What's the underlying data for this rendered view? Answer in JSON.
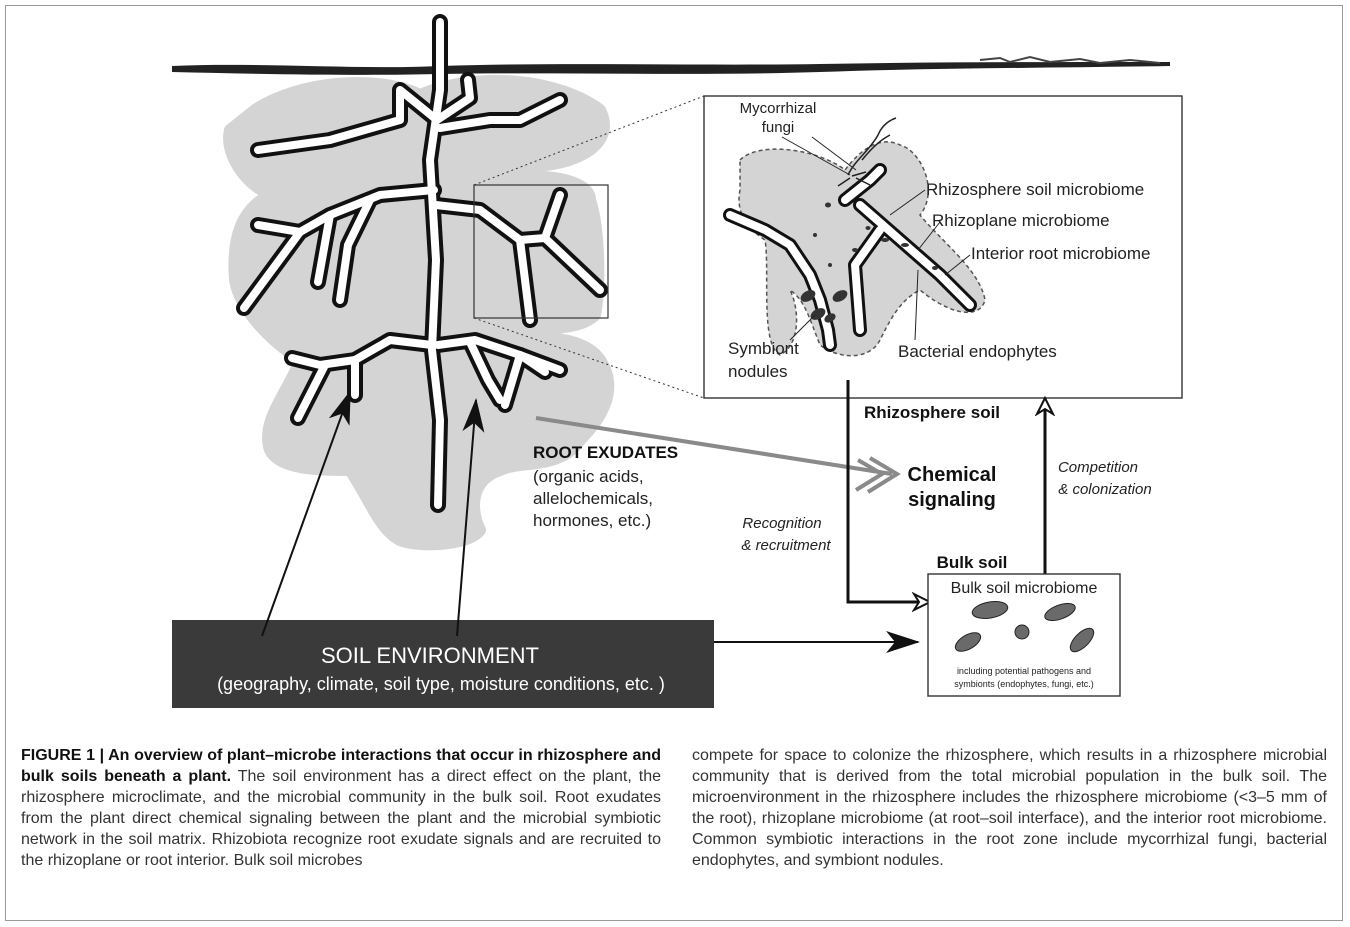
{
  "figure": {
    "labels": {
      "mycorrhizal_1": "Mycorrhizal",
      "mycorrhizal_2": "fungi",
      "rhizosphere_soil_microbiome": "Rhizosphere soil microbiome",
      "rhizoplane_microbiome": "Rhizoplane microbiome",
      "interior_root_microbiome": "Interior root microbiome",
      "symbiont_1": "Symbiont",
      "symbiont_2": "nodules",
      "bacterial_endophytes": "Bacterial endophytes",
      "rhizosphere_soil": "Rhizosphere soil",
      "root_exudates": "ROOT EXUDATES",
      "exudates_1": "(organic acids,",
      "exudates_2": "allelochemicals,",
      "exudates_3": "hormones, etc.)",
      "chemical_1": "Chemical",
      "chemical_2": "signaling",
      "competition_1": "Competition",
      "competition_2": "& colonization",
      "recognition_1": "Recognition",
      "recognition_2": "& recruitment",
      "bulk_soil": "Bulk soil",
      "bulk_soil_microbiome": "Bulk soil microbiome",
      "pathogens_1": "including potential pathogens and",
      "pathogens_2": "symbionts (endophytes, fungi, etc.)",
      "soil_env_title": "SOIL ENVIRONMENT",
      "soil_env_sub": "(geography, climate, soil type, moisture conditions, etc. )"
    },
    "colors": {
      "root_halo": "#d4d4d4",
      "soil_box": "#3a3a3a",
      "signal_arrow": "#8a8a8a",
      "microbe": "#6a6a6a"
    }
  },
  "caption": {
    "bold": "FIGURE 1 | An overview of plant–microbe interactions that occur in rhizosphere and bulk soils beneath a plant.",
    "left_text": " The soil environment has a direct effect on the plant, the rhizosphere microclimate, and the microbial community in the bulk soil. Root exudates from the plant direct chemical signaling between the plant and the microbial symbiotic network in the soil matrix. Rhizobiota recognize root exudate signals and are recruited to the rhizoplane or root interior. Bulk soil microbes",
    "right_text": "compete for space to colonize the rhizosphere, which results in a rhizosphere microbial community that is derived from the total microbial population in the bulk soil. The microenvironment in the rhizosphere includes the rhizosphere microbiome (<3–5 mm of the root), rhizoplane microbiome (at root–soil interface), and the interior root microbiome. Common symbiotic interactions in the root zone include mycorrhizal fungi, bacterial endophytes, and symbiont nodules."
  }
}
